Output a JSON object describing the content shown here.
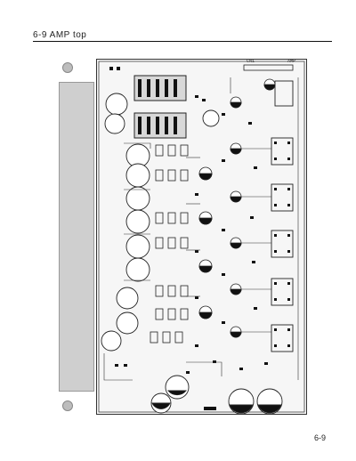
{
  "header": {
    "title": "6-9 AMP top"
  },
  "footer": {
    "page_number": "6-9"
  },
  "board": {
    "connector_label": "CN1",
    "corner_label": "AMP"
  },
  "colors": {
    "trace": "#2b2b2b",
    "pad": "#111111",
    "board_fill": "#f6f6f6"
  }
}
